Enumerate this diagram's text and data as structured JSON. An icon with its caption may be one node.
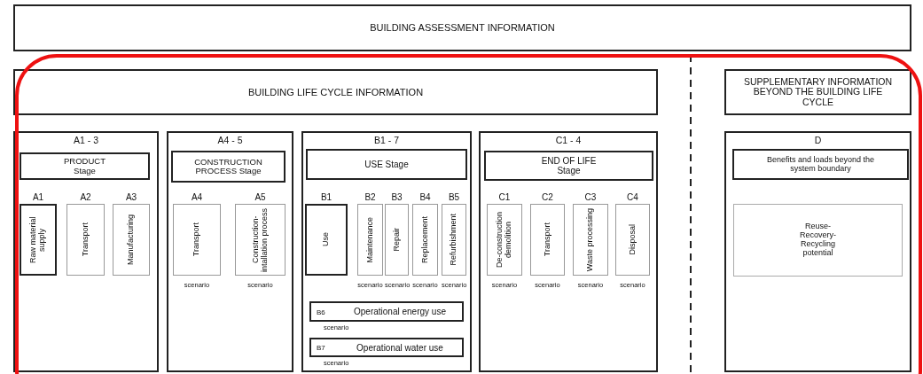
{
  "diagram": {
    "nodes": [
      {
        "text": [
          "BUILDING ASSESSMENT INFORMATION"
        ]
      },
      {
        "text": [
          "BUILDING LIFE CYCLE INFORMATION"
        ]
      },
      {
        "text": [
          "SUPPLEMENTARY INFORMATION BEYOND THE BUILDING LIFE CYCLE"
        ]
      },
      {
        "text": [
          "A1 - 3"
        ]
      },
      {
        "text": [
          "PRODUCT Stage"
        ],
        "in": 3
      },
      {
        "text": [
          "A1",
          "Raw material supply"
        ],
        "in": 3
      },
      {
        "text": [
          "A2",
          "Transport"
        ],
        "in": 3
      },
      {
        "text": [
          "A3",
          "Manufacturing"
        ],
        "in": 3
      },
      {
        "text": [
          "A4 - 5"
        ]
      },
      {
        "text": [
          "CONSTRUCTION PROCESS Stage"
        ],
        "in": 8
      },
      {
        "text": [
          "A4",
          "Transport"
        ],
        "in": 8,
        "beside": [
          "scenario"
        ]
      },
      {
        "text": [
          "A5",
          "Construction- intallation process"
        ],
        "in": 8,
        "beside": [
          "scenario"
        ]
      },
      {
        "text": [
          "B1 - 7"
        ]
      },
      {
        "text": [
          "USE Stage"
        ],
        "in": 12
      },
      {
        "text": [
          "B1",
          "Use"
        ],
        "in": 12
      },
      {
        "text": [
          "B2",
          "Maintenance"
        ],
        "in": 12,
        "beside": [
          "scenario"
        ]
      },
      {
        "text": [
          "B3",
          "Repair"
        ],
        "in": 12,
        "beside": [
          "scenario"
        ]
      },
      {
        "text": [
          "B4",
          "Replacement"
        ],
        "in": 12,
        "beside": [
          "scenario"
        ]
      },
      {
        "text": [
          "B5",
          "Refurbishment"
        ],
        "in": 12,
        "beside": [
          "scenario"
        ]
      },
      {
        "text": [
          "B6",
          "Operational energy use"
        ],
        "in": 12,
        "beside": [
          "scenario"
        ]
      },
      {
        "text": [
          "B7",
          "Operational water use"
        ],
        "in": 12,
        "beside": [
          "scenario"
        ]
      },
      {
        "text": [
          "C1 - 4"
        ]
      },
      {
        "text": [
          "END OF LIFE Stage"
        ],
        "in": 21
      },
      {
        "text": [
          "C1",
          "De-construction demolition"
        ],
        "in": 21,
        "beside": [
          "scenario"
        ]
      },
      {
        "text": [
          "C2",
          "Transport"
        ],
        "in": 21,
        "beside": [
          "scenario"
        ]
      },
      {
        "text": [
          "C3",
          "Waste processing"
        ],
        "in": 21,
        "beside": [
          "scenario"
        ]
      },
      {
        "text": [
          "C4",
          "Disposal"
        ],
        "in": 21,
        "beside": [
          "scenario"
        ]
      },
      {
        "text": [
          "D"
        ]
      },
      {
        "text": [
          "Benefits and loads beyond the system boundary"
        ],
        "in": 27
      },
      {
        "text": [
          "Reuse- Recovery- Recycling potential"
        ],
        "in": 27
      }
    ]
  }
}
